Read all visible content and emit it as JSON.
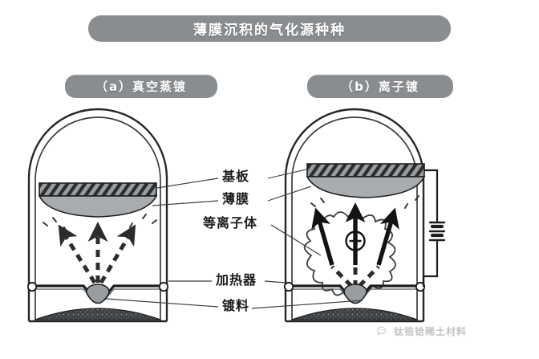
{
  "title": {
    "text": "薄膜沉积的气化源种种"
  },
  "panels": [
    {
      "id": "a",
      "subtitle": "（a）真空蒸镀",
      "kind": "vacuum-evaporation",
      "features": [
        "dome-chamber",
        "substrate-plate",
        "thin-film",
        "dashed-vapor-arrows",
        "crucible",
        "heater-terminals",
        "deposit-base"
      ]
    },
    {
      "id": "b",
      "subtitle": "（b）离子镀",
      "kind": "ion-plating",
      "features": [
        "dome-chamber",
        "substrate-plate",
        "thin-film",
        "plasma-cloud",
        "positive-ion-symbol",
        "solid-ion-arrows",
        "dashed-vapor-arrows",
        "crucible",
        "heater-terminals",
        "power-supply",
        "deposit-base"
      ]
    }
  ],
  "labels": [
    {
      "key": "substrate",
      "text": "基板",
      "targets": [
        "a",
        "b"
      ]
    },
    {
      "key": "thin-film",
      "text": "薄膜",
      "targets": [
        "a",
        "b"
      ]
    },
    {
      "key": "plasma",
      "text": "等离子体",
      "targets": [
        "b"
      ]
    },
    {
      "key": "heater",
      "text": "加热器",
      "targets": [
        "a",
        "b"
      ]
    },
    {
      "key": "plating-material",
      "text": "镀料",
      "targets": [
        "a",
        "b"
      ]
    }
  ],
  "symbols": {
    "ion_charge": "+"
  },
  "watermark": {
    "text": "钛锆铪稀土材料",
    "logo": "wechat-icon"
  },
  "colors": {
    "banner_bg": "#8a8d90",
    "banner_text": "#ffffff",
    "ink": "#1b1b1b",
    "substrate_fill": "#9a9da0",
    "film_fill": "#a9acaf",
    "deposit_fill": "#4a4d50",
    "page_bg": "#ffffff"
  }
}
